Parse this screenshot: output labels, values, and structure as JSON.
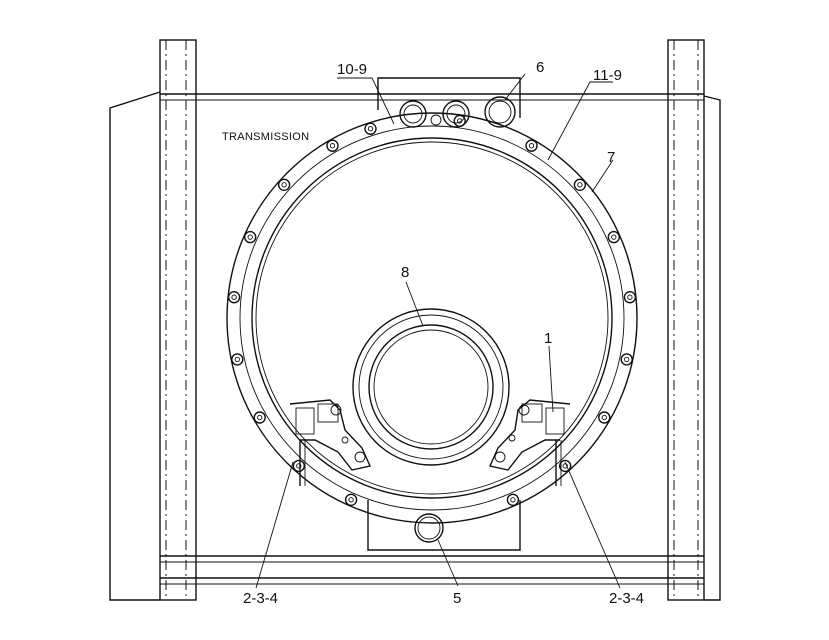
{
  "drawing": {
    "label": "TRANSMISSION",
    "callouts": {
      "c10_9": "10-9",
      "c6": "6",
      "c11_9": "11-9",
      "c7": "7",
      "c8": "8",
      "c1": "1",
      "c2_3_4_left": "2-3-4",
      "c2_3_4_right": "2-3-4",
      "c5": "5"
    }
  }
}
